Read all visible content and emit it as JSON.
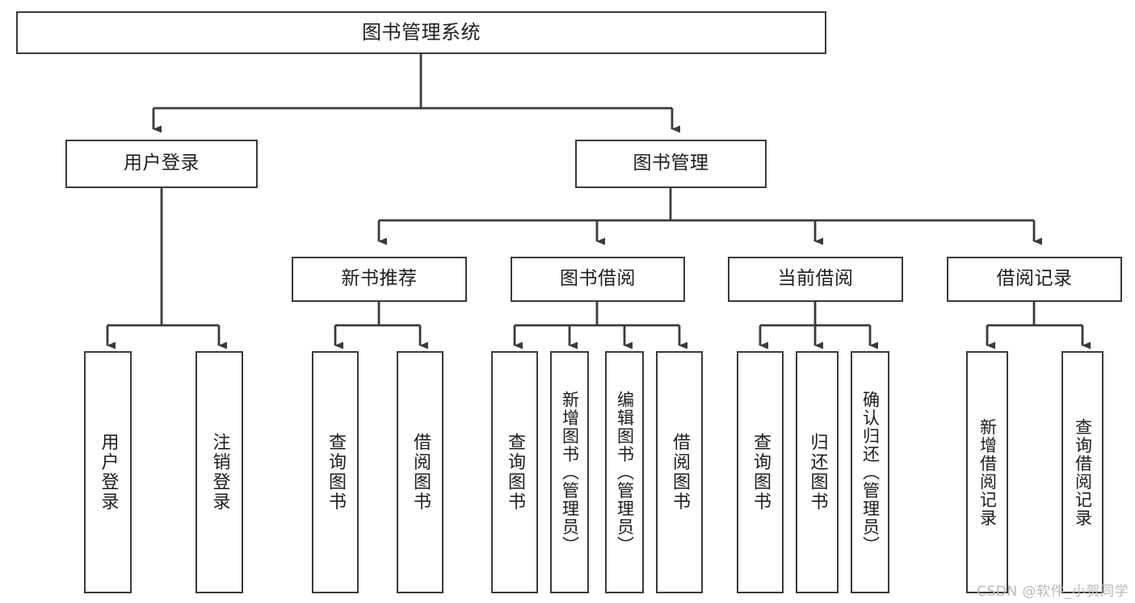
{
  "diagram": {
    "title": "图书管理系统",
    "type": "tree-hierarchy-diagram",
    "background": "#ffffff",
    "line_color": "#3a3a3a",
    "text_color": "#1d1d1d"
  },
  "nodes": {
    "root": {
      "label": "图书管理系统"
    },
    "level2": [
      {
        "label": "用户登录"
      },
      {
        "label": "图书管理"
      }
    ],
    "level3": [
      {
        "label": "新书推荐"
      },
      {
        "label": "图书借阅"
      },
      {
        "label": "当前借阅"
      },
      {
        "label": "借阅记录"
      }
    ],
    "leaves": {
      "user_login": [
        {
          "label": "用户登录"
        },
        {
          "label": "注销登录"
        }
      ],
      "new_book_recommend": [
        {
          "label": "查询图书"
        },
        {
          "label": "借阅图书"
        }
      ],
      "book_borrow": [
        {
          "label": "查询图书"
        },
        {
          "label": "新增图书（管理员）"
        },
        {
          "label": "编辑图书（管理员）"
        },
        {
          "label": "借阅图书"
        }
      ],
      "current_borrow": [
        {
          "label": "查询图书"
        },
        {
          "label": "归还图书"
        },
        {
          "label": "确认归还（管理员）"
        }
      ],
      "borrow_record": [
        {
          "label": "新增借阅记录"
        },
        {
          "label": "查询借阅记录"
        }
      ]
    }
  },
  "watermark": {
    "text": "CSDN @软件_小贺同学"
  }
}
